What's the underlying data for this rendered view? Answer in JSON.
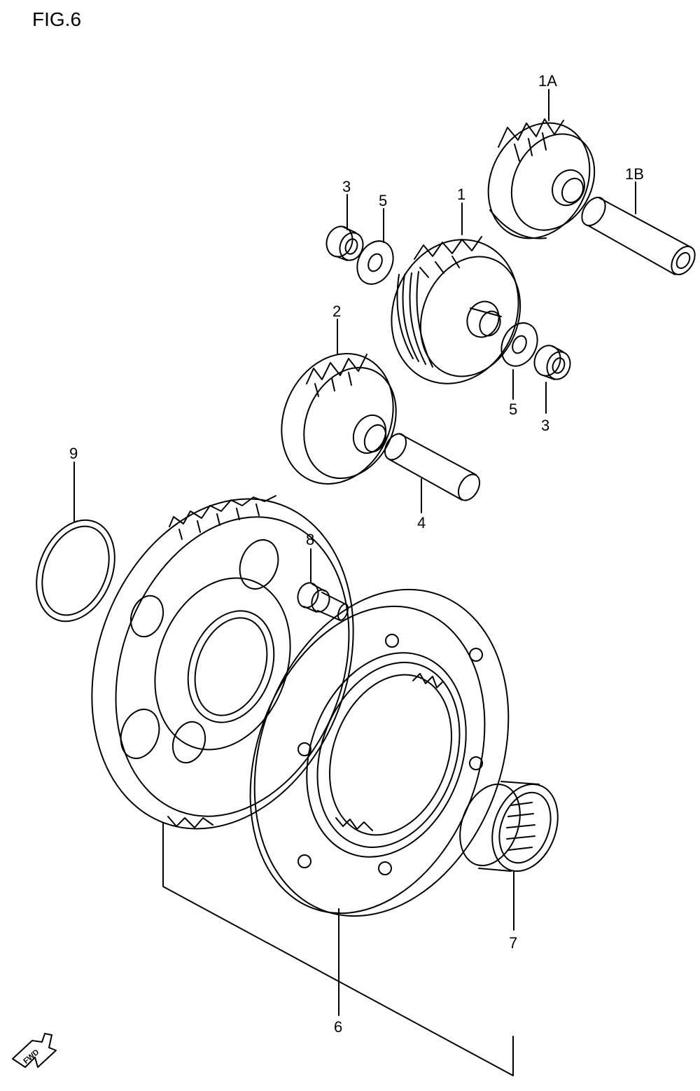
{
  "figure": {
    "title": "FIG.6"
  },
  "callouts": [
    {
      "id": "1",
      "label": "1"
    },
    {
      "id": "1A",
      "label": "1A"
    },
    {
      "id": "1B",
      "label": "1B"
    },
    {
      "id": "2",
      "label": "2"
    },
    {
      "id": "3a",
      "label": "3"
    },
    {
      "id": "3b",
      "label": "3"
    },
    {
      "id": "4",
      "label": "4"
    },
    {
      "id": "5a",
      "label": "5"
    },
    {
      "id": "5b",
      "label": "5"
    },
    {
      "id": "6",
      "label": "6"
    },
    {
      "id": "7",
      "label": "7"
    },
    {
      "id": "8",
      "label": "8"
    },
    {
      "id": "9",
      "label": "9"
    }
  ],
  "direction_indicator": {
    "label": "FWD"
  }
}
